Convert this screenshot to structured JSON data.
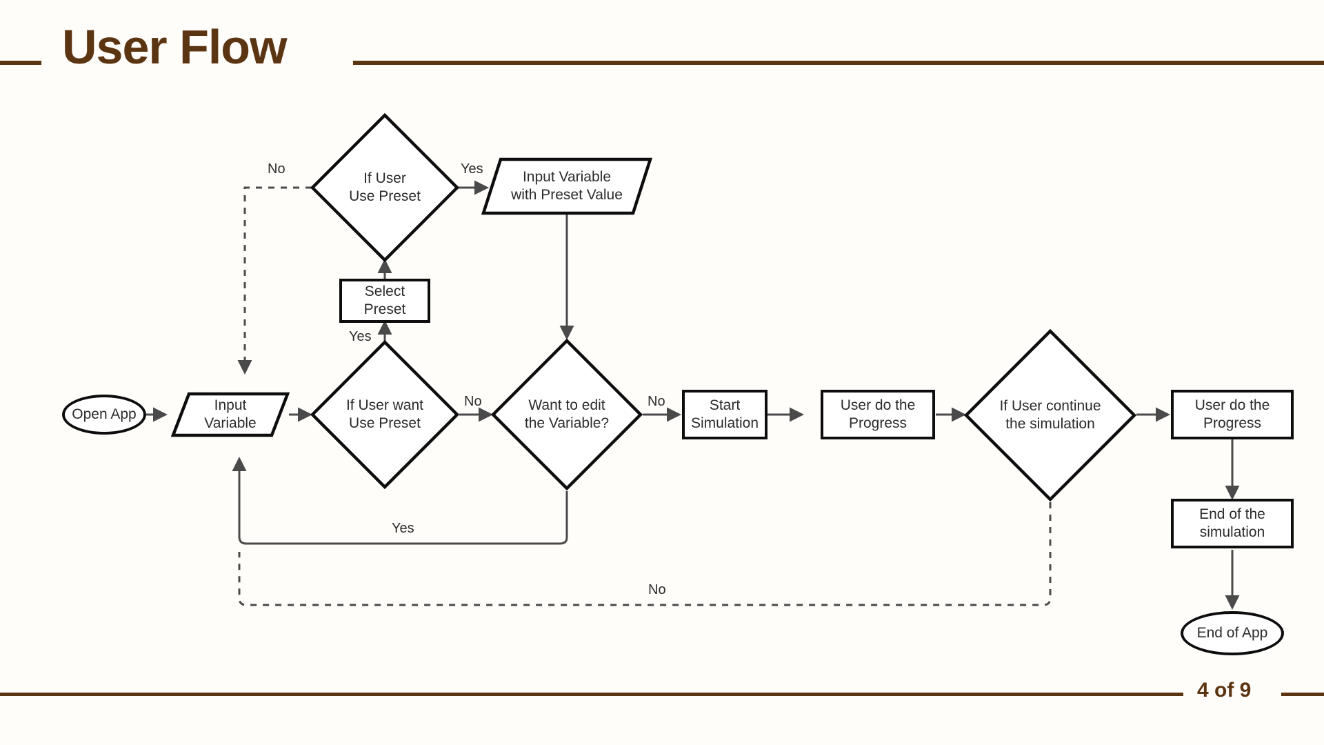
{
  "header": {
    "title": "User Flow",
    "accent_color": "#5b3412"
  },
  "footer": {
    "page_indicator": "4 of 9"
  },
  "diagram": {
    "type": "flowchart",
    "stroke_color": "#0d0d0d",
    "arrow_color": "#4a4a4a",
    "text_color": "#2b2b2b",
    "nodes": [
      {
        "id": "open-app",
        "label": "Open App",
        "shape": "terminator"
      },
      {
        "id": "input-variable",
        "label": "Input\nVariable",
        "shape": "io"
      },
      {
        "id": "if-user-want-use-preset",
        "label": "If User want\nUse Preset",
        "shape": "decision"
      },
      {
        "id": "select-preset",
        "label": "Select\nPreset",
        "shape": "process"
      },
      {
        "id": "if-user-use-preset",
        "label": "If User\nUse Preset",
        "shape": "decision"
      },
      {
        "id": "input-variable-preset",
        "label": "Input Variable\nwith Preset Value",
        "shape": "io"
      },
      {
        "id": "want-to-edit",
        "label": "Want to edit\nthe Variable?",
        "shape": "decision"
      },
      {
        "id": "start-simulation",
        "label": "Start\nSimulation",
        "shape": "process"
      },
      {
        "id": "user-progress-1",
        "label": "User do the\nProgress",
        "shape": "process"
      },
      {
        "id": "if-user-continue",
        "label": "If User continue\nthe simulation",
        "shape": "decision"
      },
      {
        "id": "user-progress-2",
        "label": "User do the\nProgress",
        "shape": "process"
      },
      {
        "id": "end-simulation",
        "label": "End of the\nsimulation",
        "shape": "process"
      },
      {
        "id": "end-app",
        "label": "End of App",
        "shape": "terminator"
      }
    ],
    "edge_labels": [
      {
        "id": "no-preset-loop",
        "text": "No"
      },
      {
        "id": "yes-preset-value",
        "text": "Yes"
      },
      {
        "id": "yes-select-preset",
        "text": "Yes"
      },
      {
        "id": "no-want-edit",
        "text": "No"
      },
      {
        "id": "no-start-simulation",
        "text": "No"
      },
      {
        "id": "yes-edit-variable",
        "text": "Yes"
      },
      {
        "id": "no-continue-sim",
        "text": "No"
      }
    ]
  },
  "node_labels": {
    "open_app": "Open App",
    "input_variable_l1": "Input",
    "input_variable_l2": "Variable",
    "if_user_want_use_preset_l1": "If User want",
    "if_user_want_use_preset_l2": "Use Preset",
    "select_preset_l1": "Select",
    "select_preset_l2": "Preset",
    "if_user_use_preset_l1": "If User",
    "if_user_use_preset_l2": "Use Preset",
    "input_variable_preset_l1": "Input Variable",
    "input_variable_preset_l2": "with Preset Value",
    "want_to_edit_l1": "Want to edit",
    "want_to_edit_l2": "the Variable?",
    "start_simulation_l1": "Start",
    "start_simulation_l2": "Simulation",
    "user_progress_1_l1": "User do the",
    "user_progress_1_l2": "Progress",
    "if_user_continue_l1": "If User continue",
    "if_user_continue_l2": "the simulation",
    "user_progress_2_l1": "User do the",
    "user_progress_2_l2": "Progress",
    "end_simulation_l1": "End of the",
    "end_simulation_l2": "simulation",
    "end_app": "End of App"
  },
  "edge_label_text": {
    "no_preset_loop": "No",
    "yes_preset_value": "Yes",
    "yes_select_preset": "Yes",
    "no_want_edit": "No",
    "no_start_simulation": "No",
    "yes_edit_variable": "Yes",
    "no_continue_sim": "No"
  }
}
